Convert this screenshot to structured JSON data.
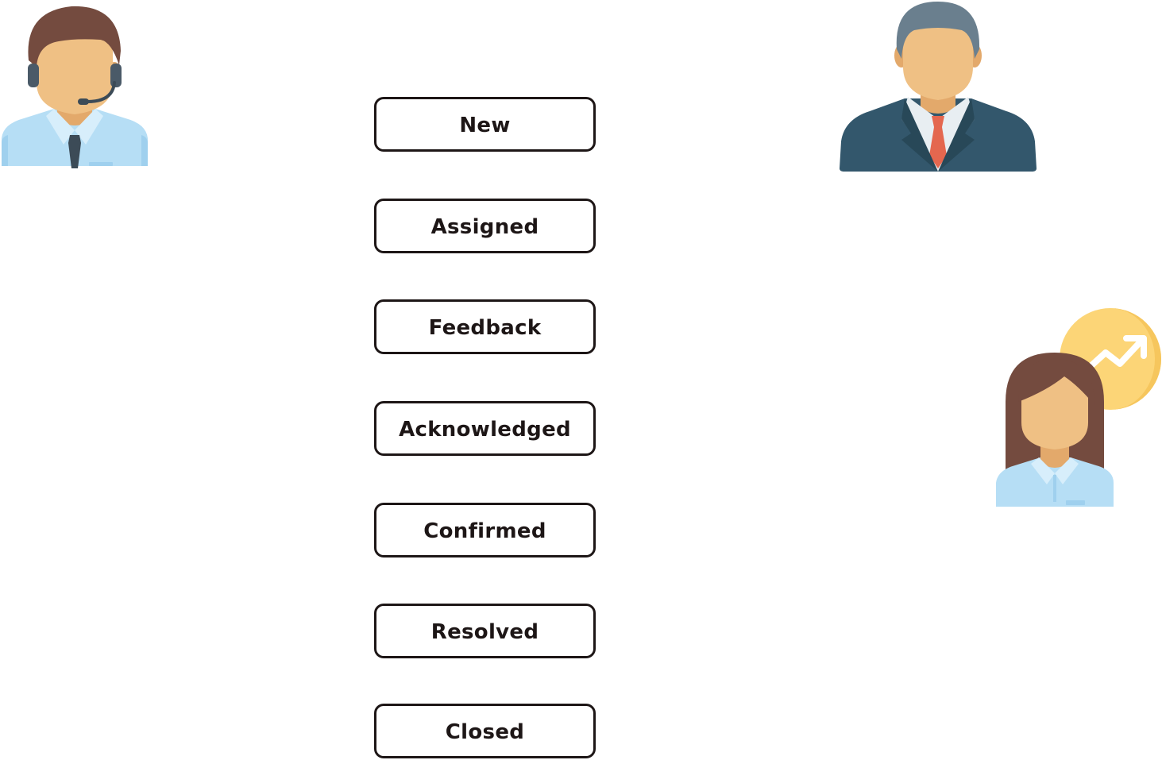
{
  "actors": [
    {
      "role": "support-agent",
      "icon": "support-agent-headset-icon"
    },
    {
      "role": "manager",
      "icon": "businessman-suit-icon"
    },
    {
      "role": "analyst",
      "icon": "woman-growth-chart-icon"
    }
  ],
  "statuses": [
    {
      "label": "New"
    },
    {
      "label": "Assigned"
    },
    {
      "label": "Feedback"
    },
    {
      "label": "Acknowledged"
    },
    {
      "label": "Confirmed"
    },
    {
      "label": "Resolved"
    },
    {
      "label": "Closed"
    }
  ],
  "colors": {
    "box_border": "#1d1616",
    "box_text": "#1d1616",
    "skin": "#efc084",
    "shirt_light_blue": "#b6def5",
    "suit_navy": "#33576c",
    "tie_red": "#e4674f",
    "hair_brown": "#744b3f",
    "hair_gray": "#6a7f8e",
    "coin_yellow": "#fcd577"
  }
}
